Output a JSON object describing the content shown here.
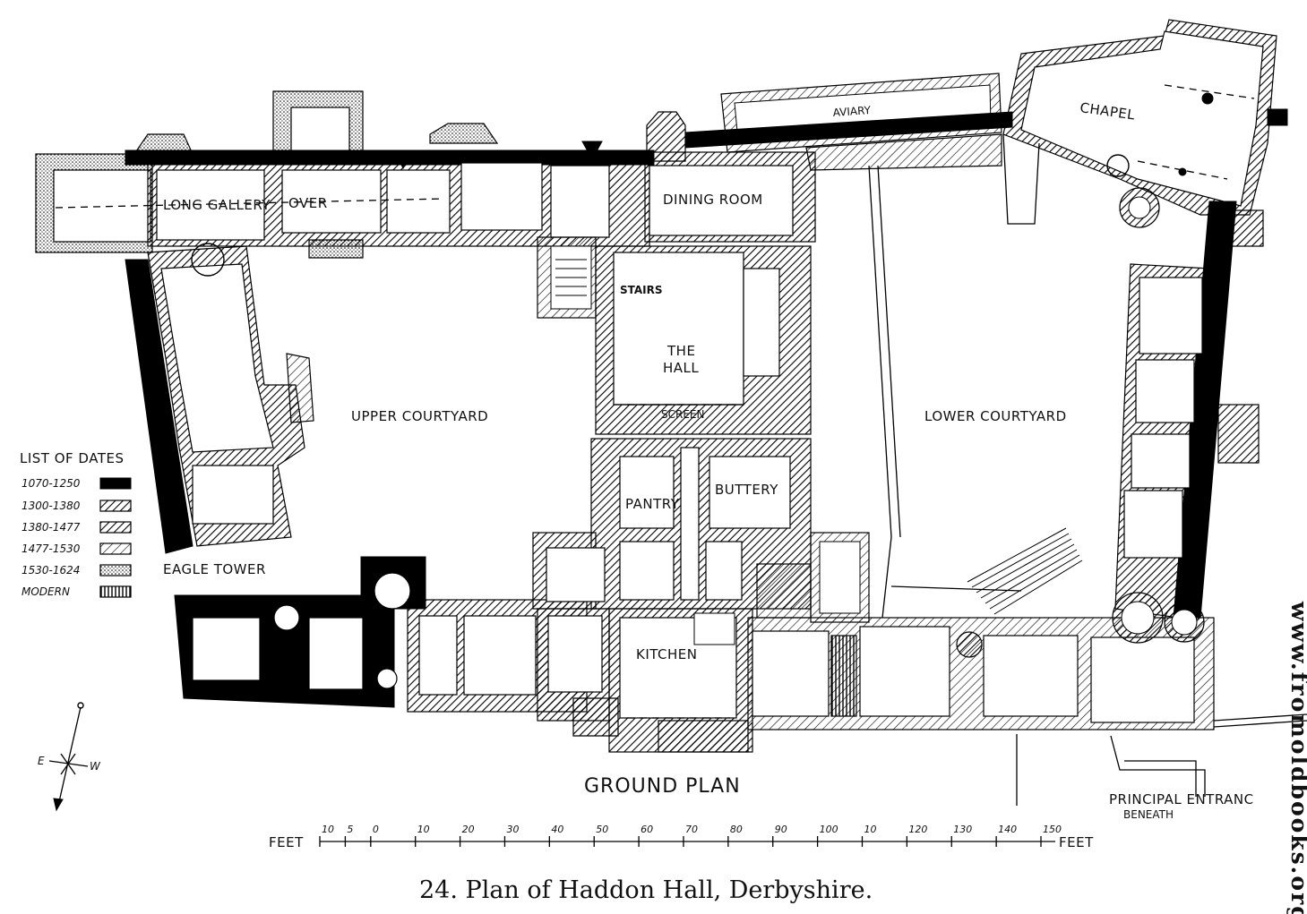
{
  "rooms": {
    "long_gallery": "LONG GALLERY",
    "over": "OVER",
    "aviary": "AVIARY",
    "chapel": "CHAPEL",
    "dining_room": "DINING ROOM",
    "stairs": "STAIRS",
    "the": "THE",
    "hall": "HALL",
    "screen": "SCREEN",
    "upper_courtyard": "UPPER COURTYARD",
    "lower_courtyard": "LOWER COURTYARD",
    "pantry": "PANTRY",
    "buttery": "BUTTERY",
    "eagle_tower": "EAGLE TOWER",
    "kitchen": "KITCHEN",
    "principal_entrance": "PRINCIPAL ENTRANC",
    "beneath": "BENEATH"
  },
  "legend": {
    "title": "LIST OF DATES",
    "entries": [
      {
        "label": "1070-1250",
        "fill": "solid"
      },
      {
        "label": "1300-1380",
        "fill": "hatch-dense"
      },
      {
        "label": "1380-1477",
        "fill": "hatch"
      },
      {
        "label": "1477-1530",
        "fill": "hatch-light"
      },
      {
        "label": "1530-1624",
        "fill": "dots"
      },
      {
        "label": "MODERN",
        "fill": "vertical"
      }
    ]
  },
  "compass": {
    "e": "E",
    "w": "W"
  },
  "plan_title": "GROUND PLAN",
  "scale": {
    "unit_left": "FEET",
    "unit_right": "FEET",
    "ticks": [
      "10",
      "5",
      "0",
      "10",
      "20",
      "30",
      "40",
      "50",
      "60",
      "70",
      "80",
      "90",
      "100",
      "10",
      "120",
      "130",
      "140",
      "150"
    ]
  },
  "caption": "24. Plan of Haddon Hall, Derbyshire.",
  "watermark": "www.fromoldbooks.org"
}
